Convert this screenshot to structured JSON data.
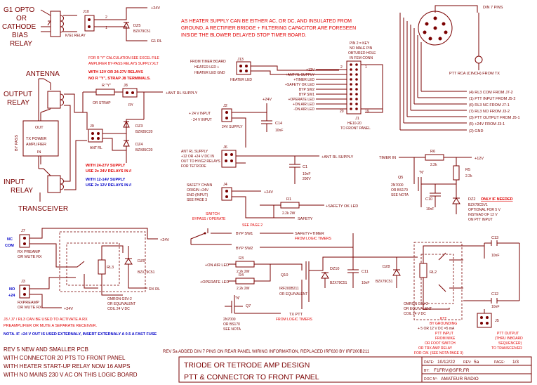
{
  "colors": {
    "wire": "#7a0000",
    "note_red": "#e00000",
    "note_blue": "#0000c8",
    "background": "#ffffff"
  },
  "left": {
    "g1_title": [
      "G1 OPTO",
      "OR",
      "CATHODE",
      "BIAS",
      "RELAY"
    ],
    "antenna": "ANTENNA",
    "output_relay": [
      "OUTPUT",
      "RELAY"
    ],
    "by_pass": "BY PASS",
    "amp_box": {
      "out": "OUT",
      "l1": "TX POWER",
      "l2": "AMPLIFIER",
      "in": "IN"
    },
    "input_relay": [
      "INPUT",
      "RELAY"
    ],
    "transceiver": "TRANSCEIVER",
    "rx_preamp1": [
      "RX PREAMP",
      "OR MUTE RX"
    ],
    "rx_preamp2": [
      "RXPREAMP",
      "OR MUTE RX"
    ],
    "nc": "NC",
    "com": "COM",
    "no": "NO",
    "p24": "+24",
    "j3_note": [
      "J3 / J7 / RL3 CAN BE USED TO ACTIVATE A RX",
      "PREAMPLIFIER OR MUTE A SEPARATE RECEIVER."
    ],
    "nota_note": "NOTA. IF +24 V OUT IS USED EXTERNALY, INSERT EXTERNALY A 0.5 A FAST FUSE"
  },
  "labels": {
    "J10": "J10",
    "k_g1_relay": "K/G1 RELAY",
    "DZ5": "DZ5",
    "BZX79C51": "BZX79C51",
    "g1_relay": "G1 RL",
    "p24v": "+24V",
    "J8": "J8",
    "R_Y": "R \"Y\"",
    "or_strap": "OR STRAP",
    "RY": "RY",
    "ant_rl_supply": "+ANT RL SUPPLY",
    "J9": "J9",
    "ant_rl": "ANT RL",
    "DZ3": "DZ3",
    "DZ4": "DZ4",
    "BZX85C20": "BZX85C20",
    "J13": "J13",
    "from_timer": "FROM TIMER BOARD",
    "heater_led_p": "HEATER LED +",
    "heater_led_gnd": "HEATER LED GND",
    "heater_led": "HEATER LED",
    "J2": "J2",
    "in24": "+ 24 V INPUT",
    "in24m": "- 24 V INPUT",
    "supply24": "24V SUPPLY",
    "C14": "C14",
    "nF10": "10nF",
    "J6": "J6",
    "ant_rl_sup1": "ANT RL SUPPLY",
    "ant_rl_sup2": "+12 OR +24 V DC IN",
    "ant_rl_sup3": "OUT TO HV/G2 RELAYS",
    "ant_rl_sup4": "FOR TETRODE",
    "C1": "C1",
    "c1v": "10nF",
    "c1v2": "200V",
    "J4": "J4",
    "safety1": "SAFETY CHAIN",
    "safety2": "ORIGIN +24V",
    "safety3": "END (INPUT)",
    "safety4": "SEE PAGE 3",
    "R1": "R1",
    "r1v": "2.2k 2W",
    "safety_ok": "+SAFETY OK LED",
    "safety": "SAFETY",
    "switch_bypass": "SWITCH",
    "switch_bypass2": "BYPASS / OPERATE",
    "byp_sw1": "BYP SW1",
    "byp_sw2": "BYP SW2",
    "safety_timer": "SAFETY+TIMER",
    "from_logic": "FROM LOGIC TIMERS",
    "on_air_led": "+ON AIR LED",
    "operate_led": "+OPERATE LED",
    "R3": "R3",
    "R4": "R4",
    "r3v": "2.2k 2W",
    "r4v": "2.2k 2W",
    "Q10": "Q10",
    "irf": "IRF200B211",
    "or_eq": "OR EQUIVALENT",
    "DZ10": "DZ10",
    "C11": "C11",
    "DZ8": "DZ8",
    "Q7": "Q7",
    "n_lbl": "\"N\"",
    "n2n": "2N7000",
    "bs170": "OR BS170",
    "see_nota": "SEE NOTA",
    "tx_ptt": "TX PTT",
    "from_logic2": "FROM LOGIC TIMERS",
    "J7": "J7",
    "RL3": "RL3",
    "DZ6": "DZ6",
    "rx_rl": "RX RL",
    "omron": "OMRON G5V-2",
    "omron2": "OR EQUIVALENT",
    "coil": "COIL 24 V DC",
    "J3": "J3",
    "pin2_key": [
      "PIN 2 = KEY",
      "NO MALE PIN",
      "OBTURED HOLE",
      "IN FEM CONN"
    ],
    "J1": "J1",
    "he10": "HE10-20",
    "to_front": "TO FRONT PANEL",
    "j1_left": [
      "+12V",
      "+ANT RL SUPPLY",
      "+TIMER LED",
      "+SAFETY OK LED",
      "BYP SW2",
      "BYP SW1",
      "+OPERATE LED",
      "+ON AIR LED",
      "-ON AIR LED"
    ],
    "din_title": "DIN 7 PINS",
    "ptt_rca": "PTT RCA (CINCH) FROM TX",
    "din_list": [
      "(4) RL3 COM FROM J7-2",
      "(1) PTT INPUT FROM J5-2",
      "(6) RL3 NC FROM J7-1",
      "(7) RL3 NO FROM J3-2",
      "(3) PTT OUTPUT FROM J5-1",
      "(5) +24V FROM J3-1",
      "(2) GND"
    ],
    "timer_in": "TIMER IN",
    "R6": "R6",
    "r6v": "2.2k",
    "p12v": "+12V",
    "R5": "R5",
    "r5v": "2.2k",
    "Q5": "Q5",
    "C10": "C10",
    "c10v": "10nF",
    "DZ2": "DZ2",
    "only_if": "ONLY IF NEEDED",
    "bzx5v1": "BZX79C5V1",
    "opt5": [
      "OPTIONAL FOR 5 V",
      "INSTEAD OF 12 V",
      "ON PTT INPUT"
    ],
    "RL2": "RL2",
    "C13": "C13",
    "C12": "C12",
    "J5": "J5",
    "ptt_ground": [
      "PTT",
      "BY GROUNDING",
      "+ 5 OR 12 V DC =5 mA",
      "PTT INPUT",
      "FROM MIKE",
      "OR FOOT SWITCH",
      "OR TRX AMP RELAY",
      "FOR CW. (SEE NOTA PAGE 3)"
    ],
    "ptt_output": [
      "PTT OUTPUT",
      "(THRU INBOARD",
      "SEQUENCER)",
      "TO TRANSCEIVER"
    ],
    "omron_b": "OMRON G5V-2",
    "omron_b2": "OR EQUIVALENT",
    "coil_b": "COIL 24 V DC",
    "note_top": [
      "AS HEATER SUPPLY CAN BE EITHER AC, OR DC, AND INSULATED FROM",
      "GROUND, A RECTIFIER BRIDGE + FILTERING CAPACITOR ARE FORESEEN",
      "INSIDE THE BLOWER DELAYED STOP TIMER BOARD."
    ],
    "ry_calc": [
      "FOR R \"Y\" CALCULATION SEE EXCEL FILE",
      "AMPLIFIER BY-PASS RELAYS SUPPLY.XLT"
    ],
    "with12": [
      "WITH 12V OR 24-27V RELAYS",
      "NO R \"Y\", STRAP J8 TERMINALS."
    ],
    "with24": [
      "WITH 24-27V SUPPLY",
      "USE 2x 24V RELAYS IN //"
    ],
    "with12b": [
      "WITH 12-14V SUPPLY",
      "USE 2x 12V RELAYS IN //"
    ]
  },
  "footer": {
    "rev_notes": [
      "REV 5   NEW AND SMALLER PCB",
      "WITH CONNECTOR 20 PTS TO FRONT PANEL",
      "WITH HEATER START-UP RELAY NOW 16 AMPS",
      "WITH NO MAINS 230 V AC ON THIS LOGIC BOARD"
    ],
    "rev5a": "REV 5a  ADDED DIN 7 PINS ON REAR PANEL WIRING INFORMATION, REPLACED IRF630 BY IRF200B211",
    "title1": "TRIODE OR TETRODE AMP DESIGN",
    "title2": "PTT & CONNECTOR TO FRONT PANEL",
    "date_lbl": "DATE:",
    "date": "10/12/22",
    "rev_lbl": "REV:",
    "rev": "5a",
    "page_lbl": "PAGE:",
    "page": "1/3",
    "by_lbl": "BY:",
    "by": "F1FRV@SFR.FR",
    "doc_lbl": "DOC N°:",
    "doc": "AMATEUR RADIO"
  }
}
